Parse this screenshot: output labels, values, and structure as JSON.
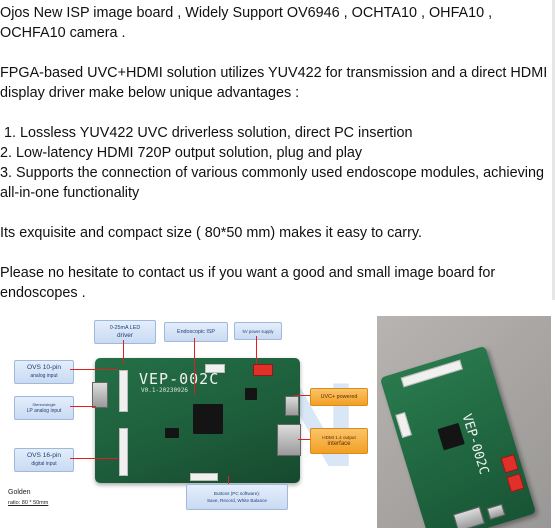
{
  "post": {
    "p1": "Ojos New ISP image board , Widely Support OV6946 , OCHTA10 , OHFA10 , OCHFA10 camera .",
    "p2": "FPGA-based UVC+HDMI solution utilizes YUV422 for transmission and a direct HDMI display driver make below unique advantages :",
    "li1": " 1. Lossless YUV422 UVC driverless solution, direct PC insertion",
    "li2": "2. Low-latency HDMI 720P output solution, plug and play",
    "li3": "3. Supports the connection of various commonly used endoscope modules, achieving all-in-one functionality",
    "p3": "Its exquisite and compact size ( 80*50 mm) makes it easy to carry.",
    "p4": "Please no hesitate to contact us if you want a good and small image board for endoscopes ."
  },
  "diagram": {
    "board_model": "VEP-002C",
    "board_version": "V0.1-20230926",
    "led_driver_line1": "0-25mA LED",
    "led_driver_line2": "driver",
    "isp_line1": "Endoscopic ISP",
    "dc_supply": "5V power supply",
    "ovs10_line1": "OVS 10-pin",
    "ovs10_line2": "analog input",
    "analog_line1": "Stereo/single",
    "analog_line2": "LP analog input",
    "ovs16_line1": "OVS 16-pin",
    "ovs16_line2": "digital input",
    "uvc": "UVC+ powered",
    "hdmi_line1": "HDMI 1.4 output",
    "hdmi_line2": "interface",
    "buttons_line1": "Buttons (PC software):",
    "buttons_line2": "Save, Record, White Balance",
    "golden_label": "Golden",
    "golden_ratio": "ratio: 80 * 50mm",
    "watermark": "OJN"
  },
  "photo": {
    "board_model": "VEP-002C"
  },
  "colors": {
    "board_green": "#1d5c3a",
    "callout_blue": "#c9daf2",
    "callout_orange": "#f2a024",
    "leader_red": "#e02020"
  }
}
